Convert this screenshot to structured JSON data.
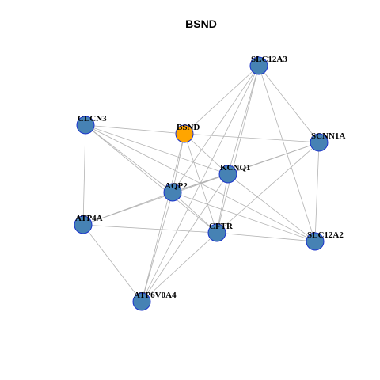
{
  "title": "BSND",
  "colors": {
    "node_default": "#4682b4",
    "node_highlight": "#ffa500",
    "node_border": "#1a33cc",
    "edge": "#b3b3b3"
  },
  "nodes": [
    {
      "id": "SLC12A3",
      "label": "SLC12A3",
      "highlight": false
    },
    {
      "id": "CLCN3",
      "label": "CLCN3",
      "highlight": false
    },
    {
      "id": "BSND",
      "label": "BSND",
      "highlight": true
    },
    {
      "id": "SCNN1A",
      "label": "SCNN1A",
      "highlight": false
    },
    {
      "id": "KCNQ1",
      "label": "KCNQ1",
      "highlight": false
    },
    {
      "id": "AQP2",
      "label": "AQP2",
      "highlight": false
    },
    {
      "id": "ATP4A",
      "label": "ATP4A",
      "highlight": false
    },
    {
      "id": "CFTR",
      "label": "CFTR",
      "highlight": false
    },
    {
      "id": "SLC12A2",
      "label": "SLC12A2",
      "highlight": false
    },
    {
      "id": "ATP6V0A4",
      "label": "ATP6V0A4",
      "highlight": false
    }
  ],
  "edges": [
    [
      "SLC12A3",
      "BSND"
    ],
    [
      "SLC12A3",
      "SCNN1A"
    ],
    [
      "SLC12A3",
      "KCNQ1"
    ],
    [
      "SLC12A3",
      "AQP2"
    ],
    [
      "SLC12A3",
      "CFTR"
    ],
    [
      "SLC12A3",
      "SLC12A2"
    ],
    [
      "SLC12A3",
      "ATP6V0A4"
    ],
    [
      "CLCN3",
      "BSND"
    ],
    [
      "CLCN3",
      "KCNQ1"
    ],
    [
      "CLCN3",
      "AQP2"
    ],
    [
      "CLCN3",
      "ATP4A"
    ],
    [
      "CLCN3",
      "CFTR"
    ],
    [
      "CLCN3",
      "SLC12A2"
    ],
    [
      "BSND",
      "SCNN1A"
    ],
    [
      "BSND",
      "KCNQ1"
    ],
    [
      "BSND",
      "AQP2"
    ],
    [
      "BSND",
      "CFTR"
    ],
    [
      "BSND",
      "ATP6V0A4"
    ],
    [
      "SCNN1A",
      "KCNQ1"
    ],
    [
      "SCNN1A",
      "AQP2"
    ],
    [
      "SCNN1A",
      "CFTR"
    ],
    [
      "SCNN1A",
      "SLC12A2"
    ],
    [
      "KCNQ1",
      "AQP2"
    ],
    [
      "KCNQ1",
      "ATP4A"
    ],
    [
      "KCNQ1",
      "CFTR"
    ],
    [
      "KCNQ1",
      "SLC12A2"
    ],
    [
      "KCNQ1",
      "ATP6V0A4"
    ],
    [
      "AQP2",
      "ATP4A"
    ],
    [
      "AQP2",
      "CFTR"
    ],
    [
      "AQP2",
      "SLC12A2"
    ],
    [
      "AQP2",
      "ATP6V0A4"
    ],
    [
      "ATP4A",
      "CFTR"
    ],
    [
      "ATP4A",
      "ATP6V0A4"
    ],
    [
      "CFTR",
      "SLC12A2"
    ],
    [
      "CFTR",
      "ATP6V0A4"
    ]
  ]
}
